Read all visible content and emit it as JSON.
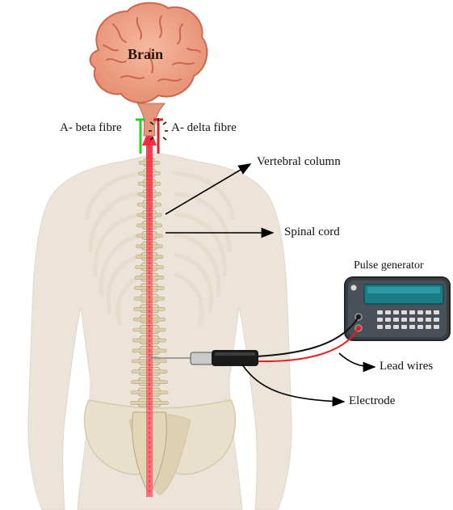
{
  "diagram": {
    "brain_label": "Brain",
    "beta_fibre_label": "A- beta fibre",
    "delta_fibre_label": "A- delta fibre",
    "vertebral_column_label": "Vertebral column",
    "spinal_cord_label": "Spinal cord",
    "pulse_generator_label": "Pulse generator",
    "lead_wires_label": "Lead wires",
    "electrode_label": "Electrode"
  },
  "colors": {
    "brain": "#f0a487",
    "brain_outline": "#c9684f",
    "beta_fibre": "#2ecc2e",
    "delta_fibre": "#e02020",
    "signal_arrow": "#ff4d5e",
    "bone": "#e8dcc0",
    "body": "#ece3d9",
    "device": "#3a3f46",
    "screen": "#1a7d86"
  },
  "icons": {
    "pain_block": "starburst-icon"
  }
}
